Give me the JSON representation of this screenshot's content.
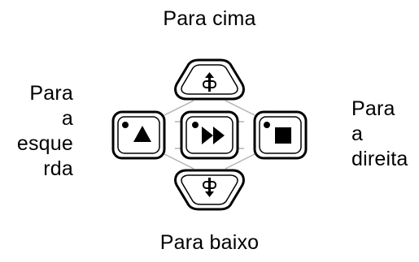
{
  "labels": {
    "up": "Para cima",
    "down": "Para baixo",
    "left_lines": [
      "Para",
      "a",
      "esque",
      "rda"
    ],
    "right_lines": [
      "Para",
      "a",
      "direita"
    ]
  },
  "buttons": {
    "up": {
      "icon": "pedestal-up-icon"
    },
    "down": {
      "icon": "pedestal-down-icon"
    },
    "left": {
      "icon": "triangle-play-icon",
      "indicator": true
    },
    "center": {
      "icon": "fast-forward-icon",
      "indicator": true
    },
    "right": {
      "icon": "stop-square-icon",
      "indicator": true
    }
  },
  "colors": {
    "stroke": "#000000",
    "guide": "#b3b3b3",
    "fill": "#ffffff"
  }
}
